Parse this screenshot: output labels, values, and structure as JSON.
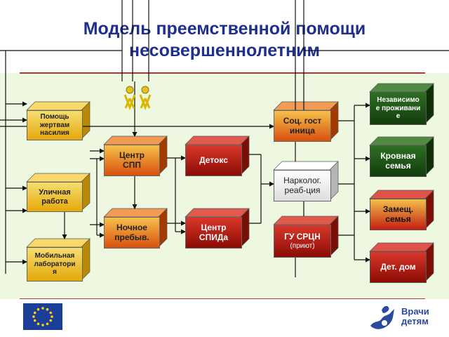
{
  "title": "Модель преемственной помощи несовершеннолетним",
  "boxes": {
    "violence_help": "Помощь жертвам насилия",
    "street_work": "Уличная работа",
    "mobile_lab": "Мобильная лаборатория",
    "center_spp": "Центр СПП",
    "night_stay": "Ночное пребыв.",
    "detox": "Детокс",
    "aids_center": "Центр СПИДа",
    "social_hotel": "Соц. гостиница",
    "narco_rehab": "Нарколог. реаб-ция",
    "gu_srcn": "ГУ СРЦН",
    "gu_srcn_sub": "(приют)",
    "independent_living": "Независимое проживание",
    "blood_family": "Кровная семья",
    "substitute_family": "Замещ. семья",
    "orphanage": "Дет. дом"
  },
  "logo": {
    "line1": "Врачи",
    "line2": "детям"
  },
  "colors": {
    "title": "#1f2f8f",
    "band": "#eef7df",
    "rule": "#b23a2e",
    "yellow_box": "#f5c218",
    "red_box": "#c41e10",
    "green_box": "#1f5a17",
    "orange_box": "#e8731a",
    "white_box": "#f7f7f7"
  },
  "icons": {
    "people": "people-icon",
    "eu_flag": "eu-flag-icon",
    "logo": "hand-logo-icon"
  }
}
